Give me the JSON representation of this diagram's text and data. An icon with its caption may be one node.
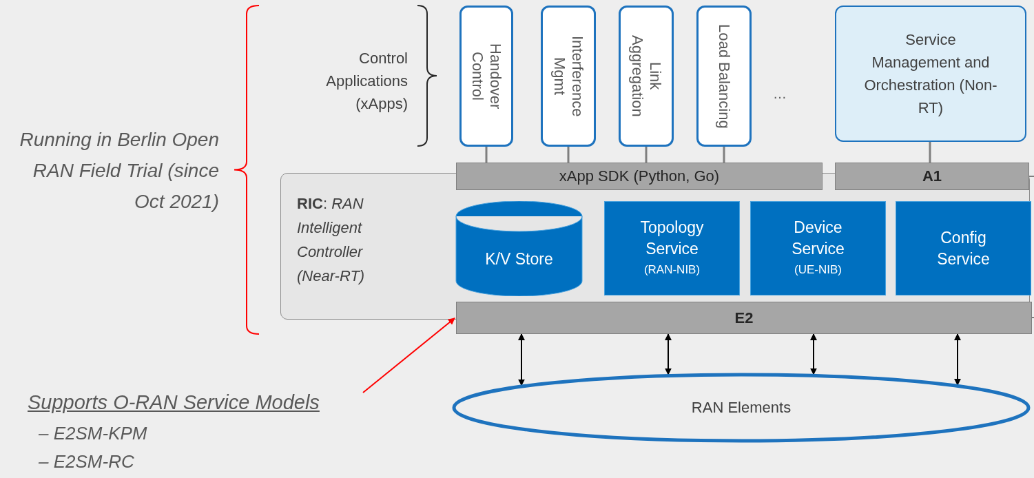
{
  "diagram": {
    "nodes": [
      {
        "text": [
          "Handover Control"
        ]
      },
      {
        "text": [
          "Interference Mgmt"
        ]
      },
      {
        "text": [
          "Link Aggregation"
        ]
      },
      {
        "text": [
          "Load Balancing"
        ]
      },
      {
        "text": [
          "Service Management and Orchestration (Non-RT)"
        ]
      },
      {
        "text": [
          "xApp SDK (Python, Go)"
        ]
      },
      {
        "text": [
          "A1"
        ]
      },
      {
        "text": [
          "**RIC**: *RAN Intelligent Controller (Near-RT)*"
        ]
      },
      {
        "text": [
          "K/V Store"
        ],
        "in": 7
      },
      {
        "text": [
          "Topology Service",
          "(RAN-NIB)"
        ],
        "in": 7
      },
      {
        "text": [
          "Device Service",
          "(UE-NIB)"
        ],
        "in": 7
      },
      {
        "text": [
          "Config Service"
        ],
        "in": 7
      },
      {
        "text": [
          "E2"
        ]
      },
      {
        "text": [
          "RAN Elements"
        ]
      },
      {
        "text": [
          "Supports O-RAN Service Models"
        ]
      }
    ],
    "edges": [
      {
        "from": 0,
        "to": 5,
        "arrow": "none"
      },
      {
        "from": 1,
        "to": 5,
        "arrow": "none"
      },
      {
        "from": 2,
        "to": 5,
        "arrow": "none"
      },
      {
        "from": 3,
        "to": 5,
        "arrow": "none"
      },
      {
        "from": 4,
        "to": 6,
        "arrow": "none"
      },
      {
        "from": 12,
        "to": 13,
        "arrow": "both",
        "color": "#000000"
      },
      {
        "from": 12,
        "to": 13,
        "arrow": "both",
        "color": "#000000"
      },
      {
        "from": 12,
        "to": 13,
        "arrow": "both",
        "color": "#000000"
      },
      {
        "from": 12,
        "to": 13,
        "arrow": "both",
        "color": "#000000"
      },
      {
        "from": 14,
        "to": 12,
        "arrow": "to",
        "color": "#ff0000"
      }
    ],
    "labels": [
      "Control Applications (xApps)",
      "…",
      "Running in Berlin Open RAN Field Trial (since Oct 2021)",
      "– E2SM-KPM",
      "– E2SM-RC"
    ]
  }
}
